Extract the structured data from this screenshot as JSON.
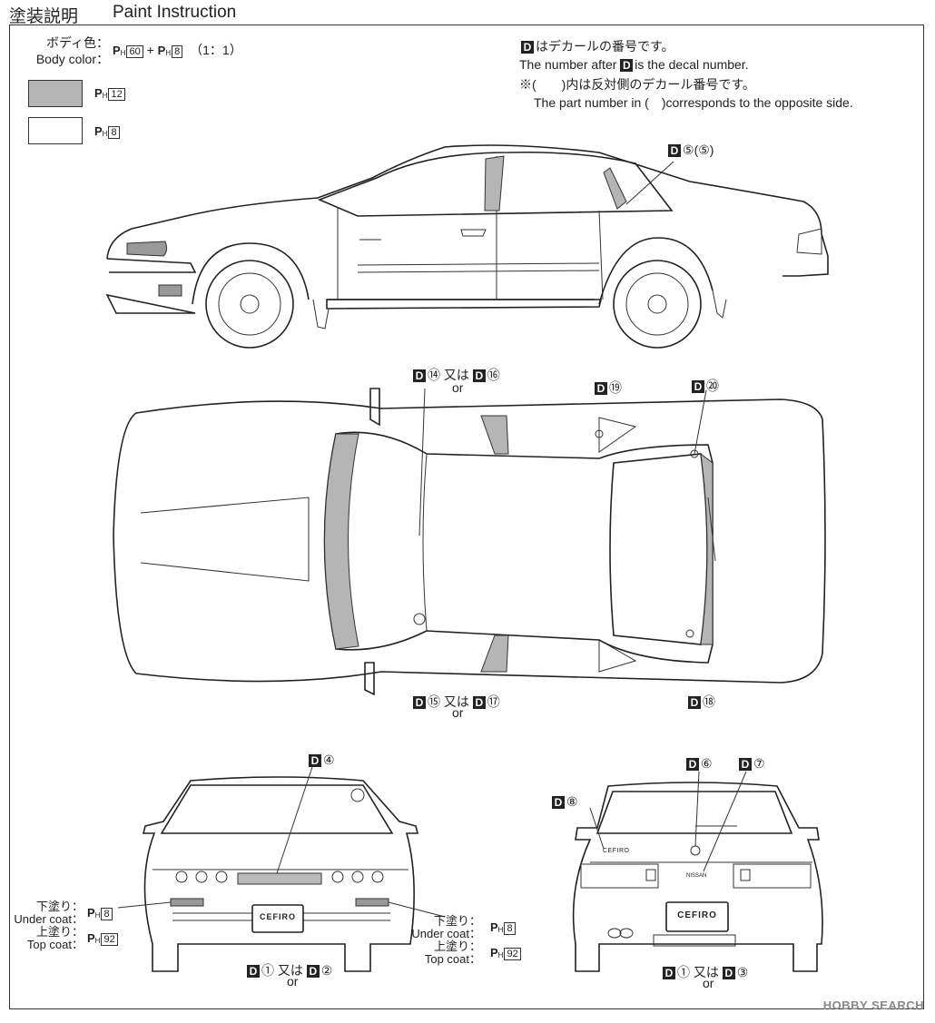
{
  "header": {
    "title_jp": "塗装説明",
    "title_en": "Paint Instruction"
  },
  "body_color": {
    "label_jp": "ボディ色：",
    "label_en": "Body color：",
    "ph_prefix": "PH",
    "code_a": "60",
    "plus": "+",
    "code_b": "8",
    "ratio": "（1：1）"
  },
  "swatches": [
    {
      "code": "12",
      "color": "#b5b5b5"
    },
    {
      "code": "8",
      "color": "#ffffff"
    }
  ],
  "notes": {
    "line1_jp": "はデカールの番号です。",
    "line2_a": "The number after",
    "line2_b": "is the decal number.",
    "line3_jp": "※(　　)内は反対側のデカール番号です。",
    "line4_en": "The part number in (　)corresponds to the opposite side."
  },
  "decal_letter": "D",
  "or_text": "or",
  "mata_wa": "又は",
  "decals": {
    "side": {
      "a": "⑤",
      "b": "(⑤)"
    },
    "top_front": {
      "a": "⑭",
      "b": "⑯"
    },
    "top_rear1": "⑲",
    "top_rear2": "⑳",
    "top_bottom_front": {
      "a": "⑮",
      "b": "⑰"
    },
    "top_bottom_rear": "⑱",
    "front_top": "④",
    "front_bottom": {
      "a": "①",
      "b": "②"
    },
    "rear_left": "⑧",
    "rear_mid1": "⑥",
    "rear_mid2": "⑦",
    "rear_bottom": {
      "a": "①",
      "b": "③"
    }
  },
  "coats": {
    "under_jp": "下塗り：",
    "under_en": "Under coat：",
    "top_jp": "上塗り：",
    "top_en": "Top coat：",
    "under_code": "8",
    "top_code": "92"
  },
  "plates": {
    "front": "CEFIRO",
    "rear": "CEFIRO",
    "trunk": "CEFIRO",
    "nissan": "NISSAN"
  },
  "watermark": "HOBBY SEARCH"
}
